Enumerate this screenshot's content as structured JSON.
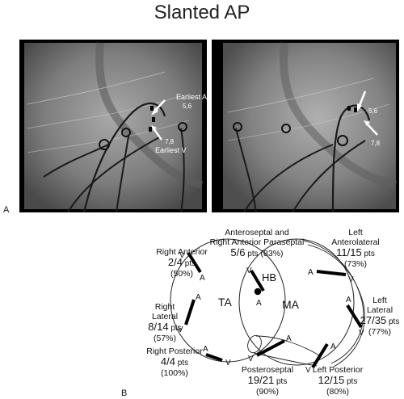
{
  "title": "Slanted AP",
  "panel_a": {
    "label": "A",
    "left_image": {
      "earliest_a": "Earliest A",
      "pair_top": "5,6",
      "pair_bottom": "7,8",
      "earliest_v": "Earliest V"
    },
    "right_image": {
      "pair_top": "5,6",
      "pair_bottom": "7,8"
    }
  },
  "panel_b": {
    "label": "B",
    "valves": {
      "ta": "TA",
      "ma": "MA",
      "hb": "HB"
    },
    "electrode": {
      "a": "A",
      "v": "V"
    },
    "sites": [
      {
        "name": [
          "Right Anterior"
        ],
        "count": "2/4",
        "unit": "pts",
        "pct": "(50%)",
        "fraction": 0.5
      },
      {
        "name": [
          "Anteroseptal and",
          "Right Anterior Paraseptal"
        ],
        "count": "5/6",
        "unit": "pts",
        "pct": "(83%)",
        "fraction": 0.83
      },
      {
        "name": [
          "Left",
          "Anterolateral"
        ],
        "count": "11/15",
        "unit": "pts",
        "pct": "(73%)",
        "fraction": 0.73
      },
      {
        "name": [
          "Right",
          "Lateral"
        ],
        "count": "8/14",
        "unit": "pts",
        "pct": "(57%)",
        "fraction": 0.57
      },
      {
        "name": [
          "Left",
          "Lateral"
        ],
        "count": "27/35",
        "unit": "pts",
        "pct": "(77%)",
        "fraction": 0.77
      },
      {
        "name": [
          "Right Posterior"
        ],
        "count": "4/4",
        "unit": "pts",
        "pct": "(100%)",
        "fraction": 1.0
      },
      {
        "name": [
          "Posteroseptal"
        ],
        "count": "19/21",
        "unit": "pts",
        "pct": "(90%)",
        "fraction": 0.9
      },
      {
        "name": [
          "Left Posterior"
        ],
        "count": "12/15",
        "unit": "pts",
        "pct": "(80%)",
        "fraction": 0.8
      }
    ]
  }
}
